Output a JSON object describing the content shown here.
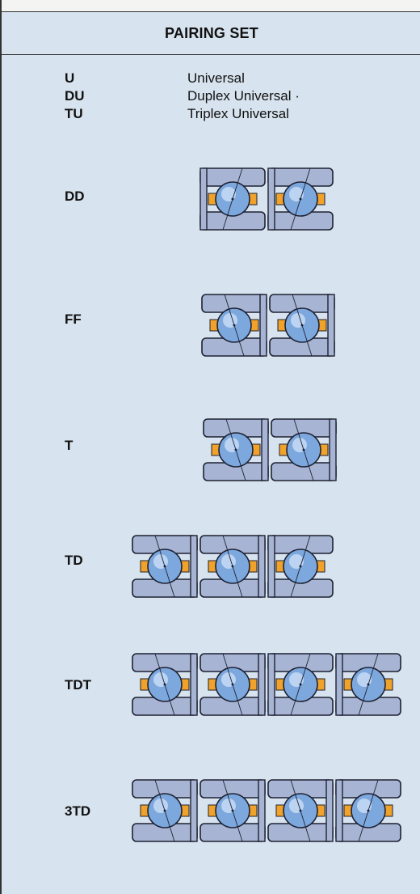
{
  "title": "PAIRING SET",
  "codes": [
    {
      "code": "U",
      "description": "Universal"
    },
    {
      "code": "DU",
      "description": "Duplex Universal ·"
    },
    {
      "code": "TU",
      "description": "Triplex Universal"
    }
  ],
  "arrangements": [
    {
      "label": "DD",
      "bearings": [
        "closed-top",
        "closed-top"
      ]
    },
    {
      "label": "FF",
      "bearings": [
        "closed-bottom",
        "closed-bottom"
      ]
    },
    {
      "label": "T",
      "bearings": [
        "closed-bottom",
        "closed-bottom"
      ]
    },
    {
      "label": "TD",
      "bearings": [
        "closed-bottom",
        "closed-bottom",
        "closed-top"
      ]
    },
    {
      "label": "TDT",
      "bearings": [
        "closed-bottom",
        "closed-bottom",
        "closed-top",
        "closed-top"
      ]
    },
    {
      "label": "3TD",
      "bearings": [
        "closed-bottom",
        "closed-bottom",
        "closed-bottom",
        "closed-top"
      ]
    }
  ],
  "colors": {
    "ring": "#a7b4d3",
    "ring_stroke": "#1e2233",
    "cage": "#f0a22a",
    "ball": "#7da8de",
    "ball_highlight": "#e6f1ff",
    "panel_bg": "#d7e3ee",
    "border": "#333333"
  }
}
